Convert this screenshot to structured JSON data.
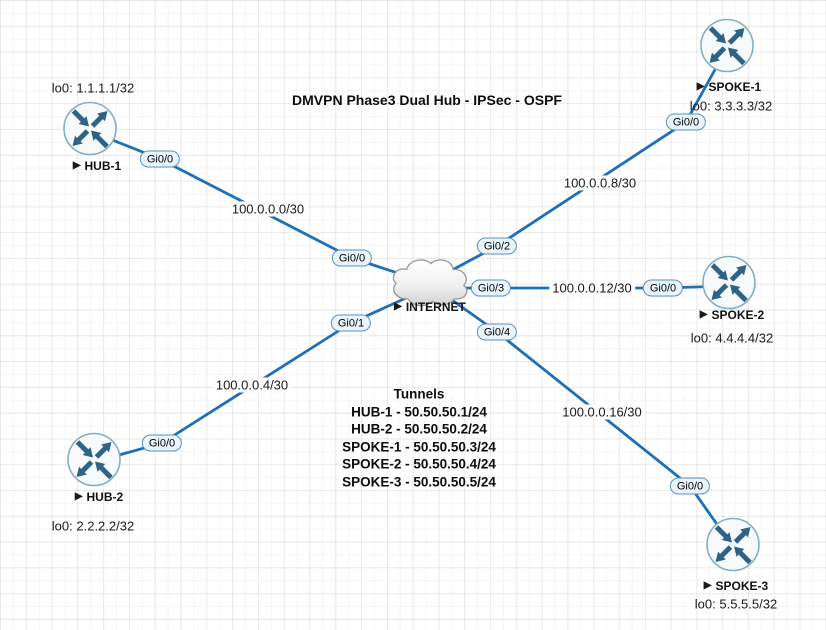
{
  "title": "DMVPN Phase3 Dual Hub - IPSec - OSPF",
  "icons": {
    "play": "▶"
  },
  "nodes": {
    "hub1": {
      "label": "HUB-1",
      "loopback": "lo0: 1.1.1.1/32"
    },
    "hub2": {
      "label": "HUB-2",
      "loopback": "lo0: 2.2.2.2/32"
    },
    "spoke1": {
      "label": "SPOKE-1",
      "loopback": "lo0: 3.3.3.3/32"
    },
    "spoke2": {
      "label": "SPOKE-2",
      "loopback": "lo0: 4.4.4.4/32"
    },
    "spoke3": {
      "label": "SPOKE-3",
      "loopback": "lo0: 5.5.5.5/32"
    },
    "internet": {
      "label": "INTERNET"
    }
  },
  "interfaces": {
    "hub1_gi00": "Gi0/0",
    "hub2_gi00": "Gi0/0",
    "internet_gi00": "Gi0/0",
    "internet_gi01": "Gi0/1",
    "internet_gi02": "Gi0/2",
    "internet_gi03": "Gi0/3",
    "internet_gi04": "Gi0/4",
    "spoke1_gi00": "Gi0/0",
    "spoke2_gi00": "Gi0/0",
    "spoke3_gi00": "Gi0/0"
  },
  "networks": {
    "hub1_internet": "100.0.0.0/30",
    "hub2_internet": "100.0.0.4/30",
    "spoke1_internet": "100.0.0.8/30",
    "spoke2_internet": "100.0.0.12/30",
    "spoke3_internet": "100.0.0.16/30"
  },
  "tunnels": {
    "heading": "Tunnels",
    "entries": [
      "HUB-1 - 50.50.50.1/24",
      "HUB-2 - 50.50.50.2/24",
      "SPOKE-1 - 50.50.50.3/24",
      "SPOKE-2 - 50.50.50.4/24",
      "SPOKE-3 - 50.50.50.5/24"
    ]
  },
  "colors": {
    "link": "#1d70b7",
    "router_arrow": "#2e6286",
    "router_border": "#85aec2",
    "pill_bg": "#eaf4fc",
    "pill_border": "#5a8fc4"
  }
}
